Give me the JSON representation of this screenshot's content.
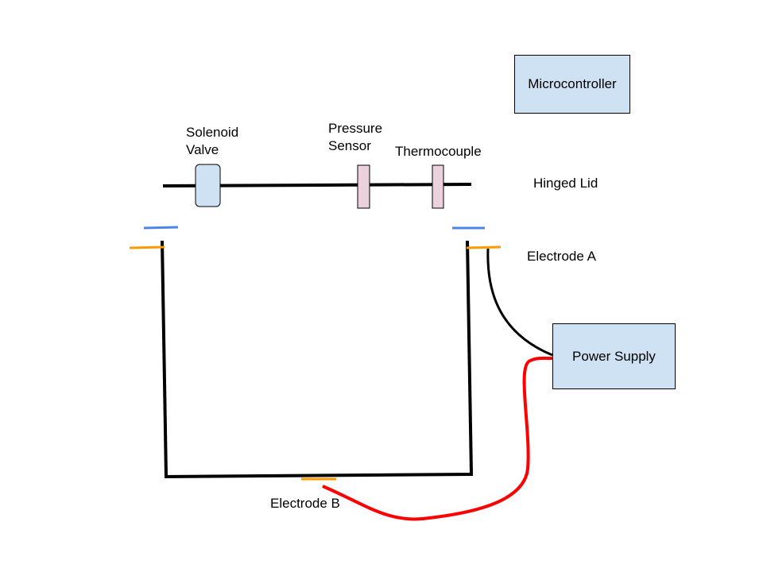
{
  "labels": {
    "solenoid_valve": [
      "Solenoid",
      "Valve"
    ],
    "pressure_sensor": [
      "Pressure",
      "Sensor"
    ],
    "thermocouple": "Thermocouple",
    "hinged_lid": "Hinged Lid",
    "electrode_a": "Electrode A",
    "electrode_b": "Electrode B"
  },
  "boxes": {
    "microcontroller": "Microcontroller",
    "power_supply": "Power Supply"
  },
  "colors": {
    "box_fill": "#cfe2f3",
    "sensor_fill": "#ead1dc",
    "lid_seal": "#4a86e8",
    "electrode": "#ff9900",
    "positive_wire": "#ff0000",
    "negative_wire": "#000000"
  }
}
